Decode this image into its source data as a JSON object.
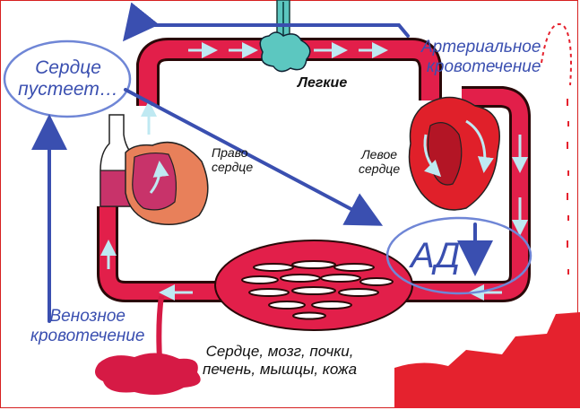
{
  "labels": {
    "heart_empties": "Сердце\nпустеет…",
    "lungs": "Легкие",
    "right_heart": "Право\nсердце",
    "left_heart": "Левое\nсердце",
    "arterial_bleeding": "Артериальное\nкровотечение",
    "blood_pressure": "АД",
    "venous_bleeding": "Венозное\nкровотечение",
    "organs": "Сердце, мозг, почки,\nпечень, мышцы, кожа"
  },
  "colors": {
    "vessel": "#e21f4a",
    "vessel_dark": "#3a0a0a",
    "flow_arrow": "#9fd8e6",
    "annotation_blue": "#3a4fb0",
    "ellipse_blue": "#6f86d6",
    "lungs": "#5cc7c0",
    "right_heart_chamber": "#c8336a",
    "heart_muscle": "#e8805a",
    "left_heart": "#e0202a",
    "blood_pool": "#d61a45"
  },
  "icons": [
    "lungs-icon",
    "right-heart-icon",
    "left-heart-icon",
    "capillary-bed-icon",
    "blood-pool-icon",
    "bleeding-stream-icon"
  ]
}
